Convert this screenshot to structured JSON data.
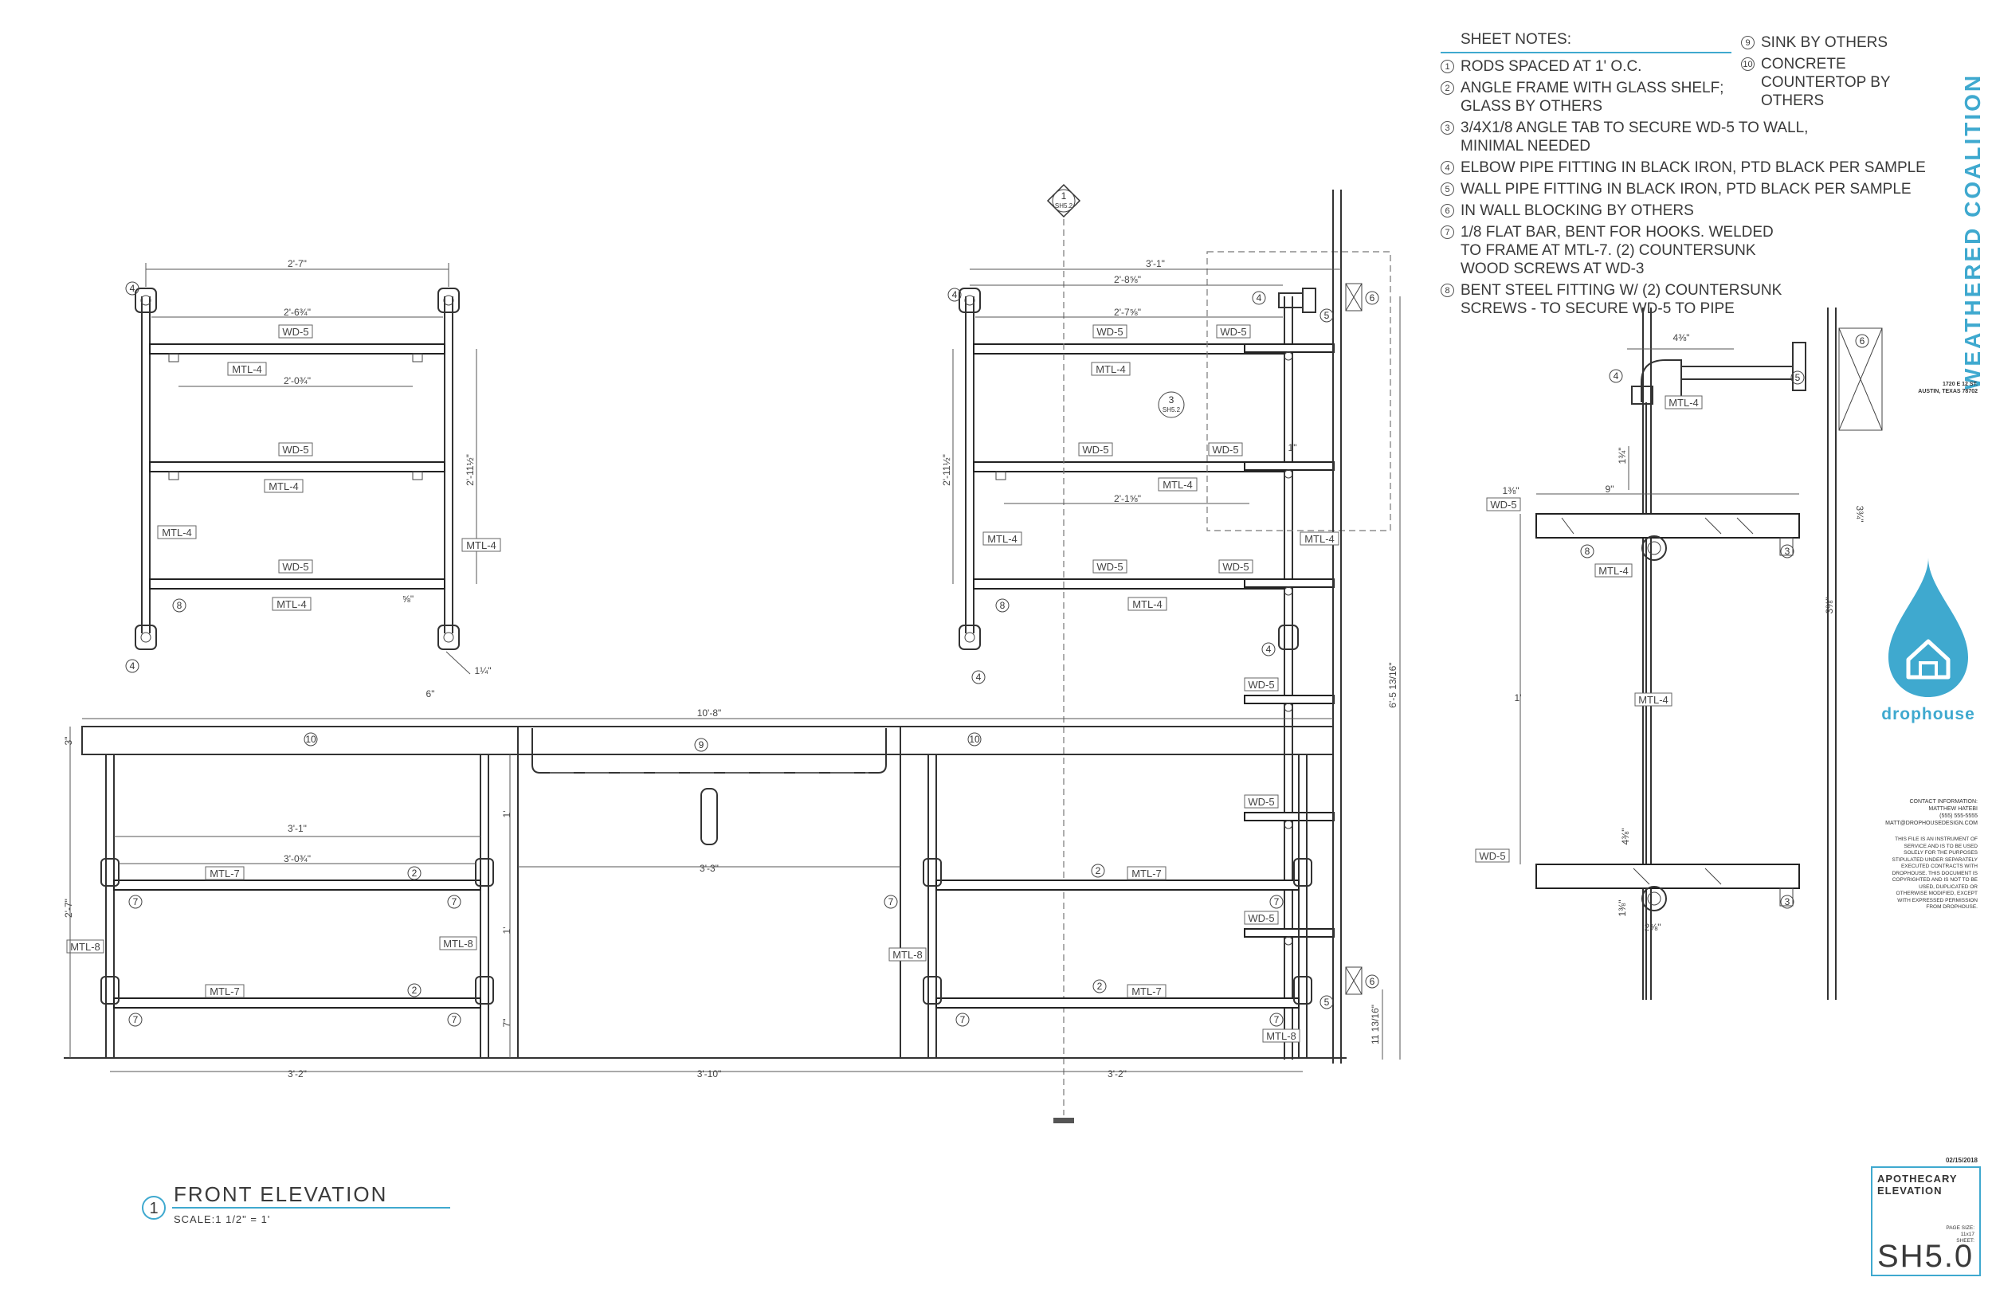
{
  "sheet_notes": {
    "heading": "SHEET NOTES:",
    "items": [
      {
        "n": "1",
        "text": [
          "RODS SPACED AT 1' O.C."
        ]
      },
      {
        "n": "2",
        "text": [
          "ANGLE FRAME WITH GLASS SHELF;",
          "GLASS BY OTHERS"
        ]
      },
      {
        "n": "3",
        "text": [
          "3/4X1/8 ANGLE TAB TO SECURE WD-5 TO WALL,",
          "MINIMAL NEEDED"
        ]
      },
      {
        "n": "4",
        "text": [
          "ELBOW PIPE FITTING IN BLACK IRON, PTD BLACK PER SAMPLE"
        ]
      },
      {
        "n": "5",
        "text": [
          "WALL PIPE FITTING IN BLACK IRON, PTD BLACK PER SAMPLE"
        ]
      },
      {
        "n": "6",
        "text": [
          "IN WALL BLOCKING BY OTHERS"
        ]
      },
      {
        "n": "7",
        "text": [
          "1/8 FLAT BAR, BENT FOR HOOKS. WELDED",
          "TO FRAME AT MTL-7. (2) COUNTERSUNK",
          "WOOD SCREWS AT WD-3"
        ]
      },
      {
        "n": "8",
        "text": [
          "BENT STEEL FITTING W/ (2) COUNTERSUNK",
          "SCREWS - TO SECURE WD-5 TO PIPE"
        ]
      },
      {
        "n": "9",
        "text": [
          "SINK BY OTHERS"
        ]
      },
      {
        "n": "10",
        "text": [
          "CONCRETE",
          "COUNTERTOP BY",
          "OTHERS"
        ]
      }
    ]
  },
  "title_block": {
    "project": "WEATHERED COALITION",
    "address": [
      "1720 E 12 ST.",
      "AUSTIN, TEXAS 78702"
    ],
    "logo_text": "drophouse",
    "contact": [
      "CONTACT INFORMATION:",
      "MATTHEW HATEBI",
      "(555) 555-5555",
      "MATT@DROPHOUSEDESIGN.COM"
    ],
    "legal": [
      "THIS FILE IS AN INSTRUMENT OF",
      "SERVICE AND IS TO BE USED",
      "SOLELY FOR THE PURPOSES",
      "STIPULATED UNDER SEPARATELY",
      "EXECUTED CONTRACTS WITH",
      "DROPHOUSE. THIS DOCUMENT IS",
      "COPYRIGHTED AND IS NOT TO BE",
      "USED, DUPLICATED OR",
      "OTHERWISE MODIFIED, EXCEPT",
      "WITH EXPRESSED PERMISSION",
      "FROM DROPHOUSE."
    ],
    "date": "02/15/2018",
    "sheet_title": [
      "APOTHECARY",
      "ELEVATION"
    ],
    "page_size_label": [
      "PAGE SIZE:",
      "11x17",
      "SHEET:"
    ],
    "sheet_number": "SH5.0"
  },
  "drawing": {
    "title": "FRONT ELEVATION",
    "number": "1",
    "scale": "SCALE:1 1/2\" = 1'",
    "section_mark": {
      "num": "1",
      "sheet": "SH5.2"
    },
    "detail_mark": {
      "num": "3",
      "sheet": "SH5.2"
    },
    "materials": {
      "wd5": "WD-5",
      "mtl4": "MTL-4",
      "mtl7": "MTL-7",
      "mtl8": "MTL-8"
    },
    "keys": {
      "k1": "1",
      "k2": "2",
      "k4": "4",
      "k5": "5",
      "k6": "6",
      "k7": "7",
      "k8": "8",
      "k9": "9",
      "k10": "10"
    },
    "dimensions": {
      "d_2_7": "2'-7\"",
      "d_2_6_3q": "2'-6¾\"",
      "d_2_0_3q": "2'-0¾\"",
      "d_2_11_half": "2'-11½\"",
      "d_5_8": "⅝\"",
      "d_1_1q": "1¼\"",
      "d_6": "6\"",
      "d_10_8": "10'-8\"",
      "d_3": "3\"",
      "d_3_1": "3'-1\"",
      "d_2_8_5_8": "2'-8⅝\"",
      "d_2_7_5_8": "2'-7⅝\"",
      "d_2_11_half_b": "2'-11½\"",
      "d_2_1_5_8": "2'-1⅝\"",
      "d_1": "1\"",
      "d_6_5_13_16": "6'-5 13/16\"",
      "d_3_1_b": "3'-1\"",
      "d_3_0_3q": "3'-0¾\"",
      "d_3_3": "3'-3\"",
      "d_2_7_b": "2'-7\"",
      "d_1_ft": "1'",
      "d_1_ft_b": "1'",
      "d_7": "7\"",
      "d_11_13_16": "11 13/16\"",
      "d_3_2": "3'-2\"",
      "d_3_10": "3'-10\"",
      "d_3_2_b": "3'-2\"",
      "sec_4_3_8": "4⅜\"",
      "sec_1_3q": "1¾\"",
      "sec_9": "9\"",
      "sec_1_3_8": "1⅜\"",
      "sec_3_3q": "3¾\"",
      "sec_3_3_8": "3⅜\"",
      "sec_1ft": "1'",
      "sec_4_3_8_b": "4⅜\"",
      "sec_1_3_8_b": "1⅜\"",
      "sec_2_3_8": "2⅜\""
    }
  },
  "colors": {
    "accent": "#3fa9cf",
    "line": "#333333"
  }
}
